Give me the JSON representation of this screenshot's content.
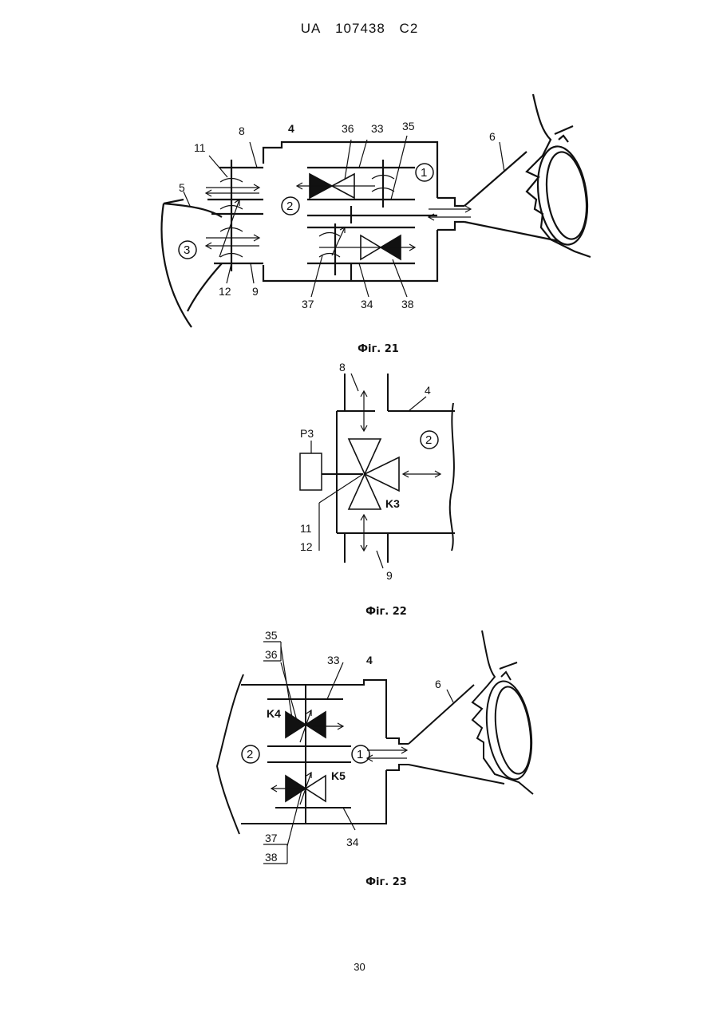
{
  "header": {
    "country": "UA",
    "number": "107438",
    "kind": "C2"
  },
  "page_number": "30",
  "figures": [
    {
      "caption": "Фіг. 21",
      "labels": {
        "l11": "11",
        "l8": "8",
        "l4": "4",
        "l36": "36",
        "l33": "33",
        "l35": "35",
        "l6": "6",
        "l5": "5",
        "c1": "1",
        "c2": "2",
        "c3": "3",
        "l12": "12",
        "l9": "9",
        "l37": "37",
        "l34": "34",
        "l38": "38"
      }
    },
    {
      "caption": "Фіг. 22",
      "labels": {
        "l8": "8",
        "l4": "4",
        "p3": "P3",
        "c2": "2",
        "k3": "K3",
        "l11": "11",
        "l12": "12",
        "l9": "9"
      }
    },
    {
      "caption": "Фіг. 23",
      "labels": {
        "l35": "35",
        "l36": "36",
        "l33": "33",
        "l4": "4",
        "l6": "6",
        "k4": "K4",
        "c2": "2",
        "c1": "1",
        "k5": "K5",
        "l37": "37",
        "l38": "38",
        "l34": "34"
      }
    }
  ]
}
